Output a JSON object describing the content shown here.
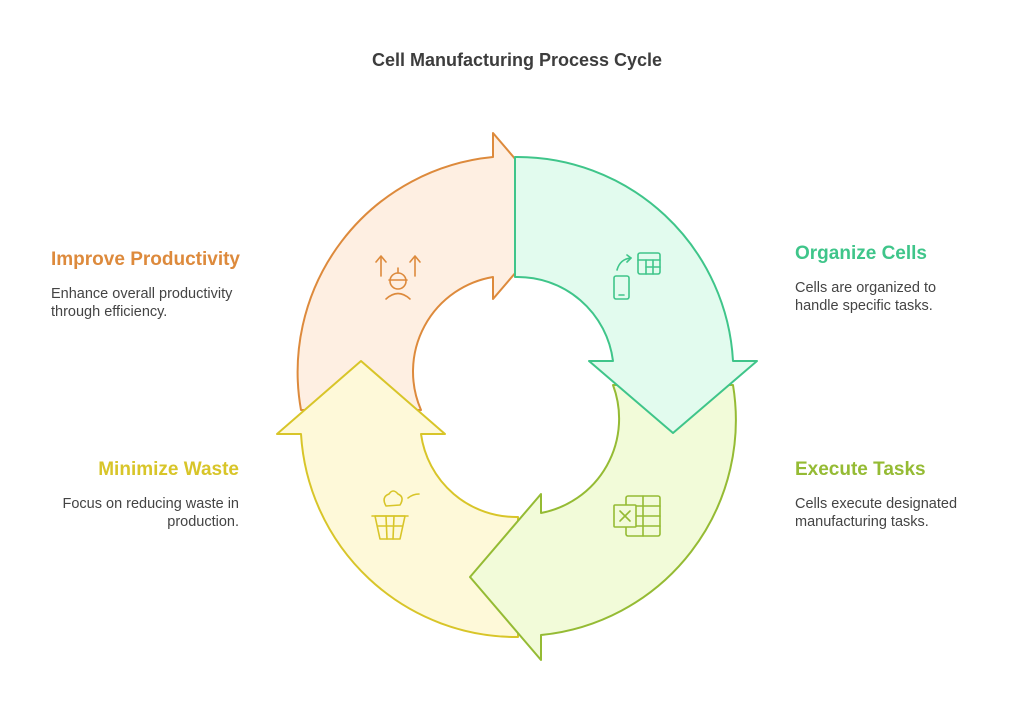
{
  "title": "Cell Manufacturing Process Cycle",
  "steps": [
    {
      "heading": "Organize Cells",
      "description": "Cells are organized to handle specific tasks.",
      "color": "#3fc58a",
      "fill": "#e2fbee",
      "icon": "organize-cells-icon"
    },
    {
      "heading": "Execute Tasks",
      "description": "Cells execute designated manufacturing tasks.",
      "color": "#95bb34",
      "fill": "#f2fbd9",
      "icon": "spreadsheet-icon"
    },
    {
      "heading": "Minimize Waste",
      "description": "Focus on reducing waste in production.",
      "color": "#d8c529",
      "fill": "#fef9d9",
      "icon": "waste-basket-icon"
    },
    {
      "heading": "Improve Productivity",
      "description": "Enhance overall productivity through efficiency.",
      "color": "#dd8a3c",
      "fill": "#feefe2",
      "icon": "worker-arrows-icon"
    }
  ]
}
